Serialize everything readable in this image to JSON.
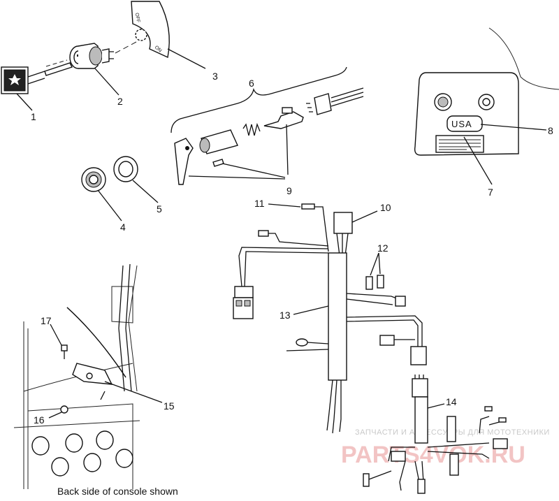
{
  "callouts": [
    "1",
    "2",
    "3",
    "4",
    "5",
    "6",
    "7",
    "8",
    "9",
    "10",
    "11",
    "12",
    "13",
    "14",
    "15",
    "16",
    "17"
  ],
  "switch_labels": {
    "off": "OFF",
    "on": "ON"
  },
  "console_badge": "USA",
  "caption": "Back side of console shown",
  "watermark": {
    "line1": "ЗАПЧАСТИ И АКСЕССУАРЫ ДЛЯ МОТОТЕХНИКИ",
    "line2": "PARTS4VOK.RU"
  }
}
